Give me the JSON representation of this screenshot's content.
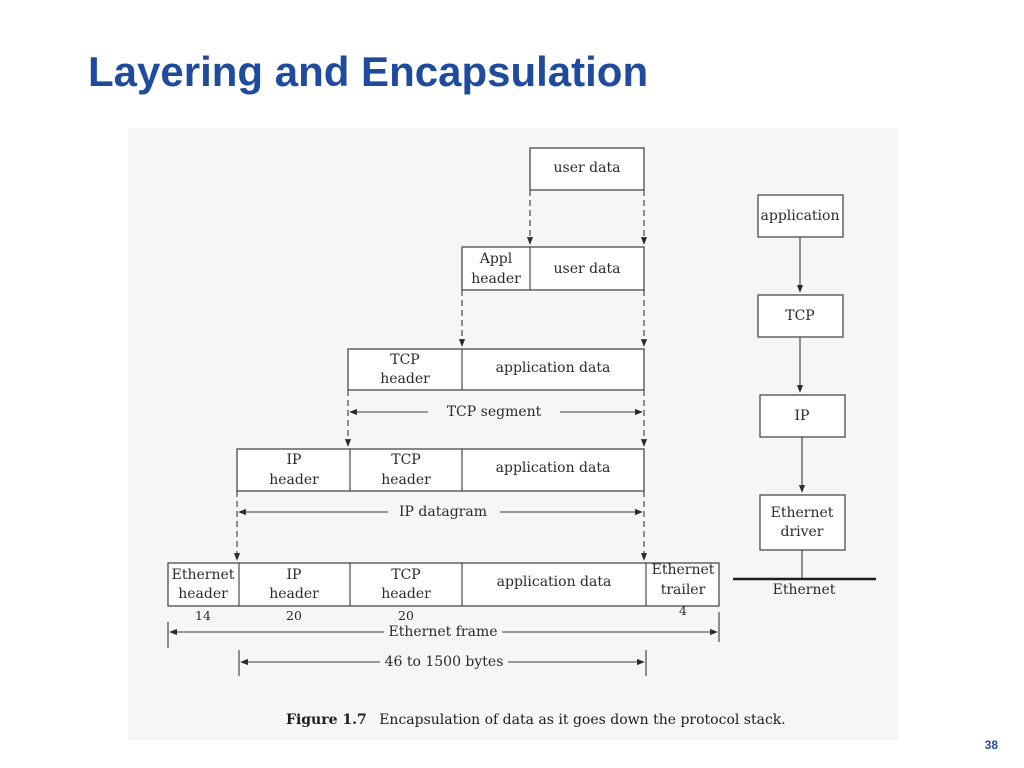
{
  "slide": {
    "title": "Layering and Encapsulation",
    "number": "38"
  },
  "diagram": {
    "level1": {
      "user_data": "user data"
    },
    "level2": {
      "appl_header": [
        "Appl",
        "header"
      ],
      "user_data": "user data"
    },
    "level3": {
      "tcp_header": [
        "TCP",
        "header"
      ],
      "application_data": "application data",
      "span_label": "TCP segment"
    },
    "level4": {
      "ip_header": [
        "IP",
        "header"
      ],
      "tcp_header": [
        "TCP",
        "header"
      ],
      "application_data": "application data",
      "span_label": "IP datagram"
    },
    "level5": {
      "ethernet_header": [
        "Ethernet",
        "header"
      ],
      "ip_header": [
        "IP",
        "header"
      ],
      "tcp_header": [
        "TCP",
        "header"
      ],
      "application_data": "application data",
      "ethernet_trailer": [
        "Ethernet",
        "trailer"
      ],
      "sizes": {
        "ethernet_header": "14",
        "ip_header": "20",
        "tcp_header": "20",
        "ethernet_trailer": "4"
      },
      "frame_label": "Ethernet frame",
      "payload_label": "46 to 1500 bytes"
    },
    "stack": {
      "application": "application",
      "tcp": "TCP",
      "ip": "IP",
      "ethernet_driver": [
        "Ethernet",
        "driver"
      ],
      "ethernet": "Ethernet"
    },
    "caption": {
      "label": "Figure 1.7",
      "text": "Encapsulation of data as it goes down the protocol stack."
    }
  }
}
